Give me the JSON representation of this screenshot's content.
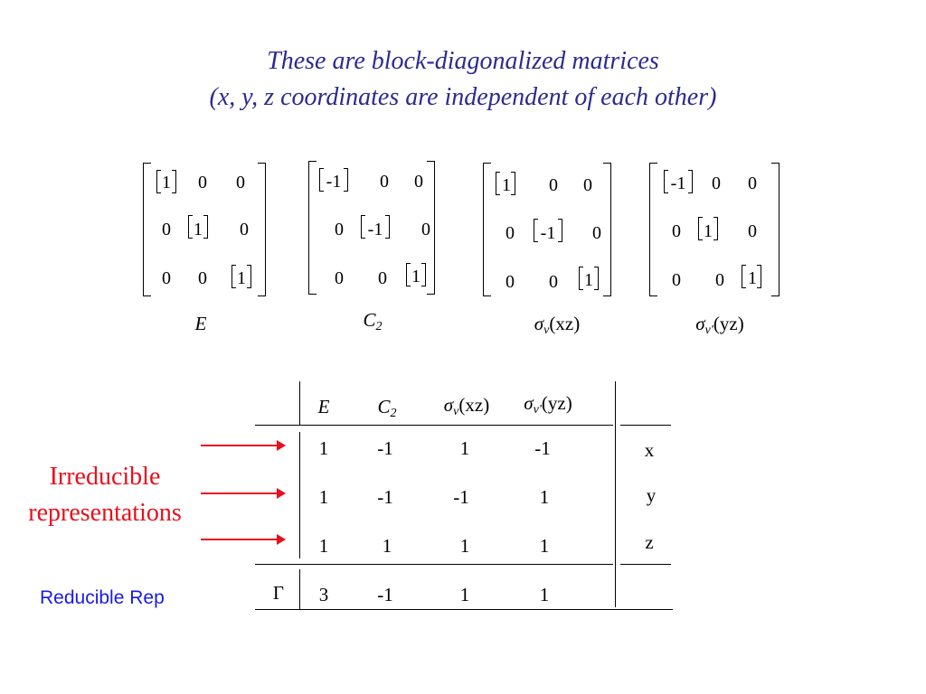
{
  "title_line1": "These are block-diagonalized matrices",
  "title_line2": "(x, y, z coordinates are independent of each other)",
  "matrices": [
    {
      "label_main": "E",
      "label_sub": "",
      "label_paren": "",
      "rows": [
        [
          "1",
          "0",
          "0"
        ],
        [
          "0",
          "1",
          "0"
        ],
        [
          "0",
          "0",
          "1"
        ]
      ]
    },
    {
      "label_main": "C",
      "label_sub": "2",
      "label_paren": "",
      "rows": [
        [
          "-1",
          "0",
          "0"
        ],
        [
          "0",
          "-1",
          "0"
        ],
        [
          "0",
          "0",
          "1"
        ]
      ]
    },
    {
      "label_main": "σ",
      "label_sub": "v",
      "label_paren": "(xz)",
      "rows": [
        [
          "1",
          "0",
          "0"
        ],
        [
          "0",
          "-1",
          "0"
        ],
        [
          "0",
          "0",
          "1"
        ]
      ]
    },
    {
      "label_main": "σ",
      "label_sub": "v'",
      "label_paren": "(yz)",
      "rows": [
        [
          "-1",
          "0",
          "0"
        ],
        [
          "0",
          "1",
          "0"
        ],
        [
          "0",
          "0",
          "1"
        ]
      ]
    }
  ],
  "table": {
    "headers": [
      {
        "main": "E",
        "sub": "",
        "paren": ""
      },
      {
        "main": "C",
        "sub": "2",
        "paren": ""
      },
      {
        "main": "σ",
        "sub": "v",
        "paren": "(xz)"
      },
      {
        "main": "σ",
        "sub": "v'",
        "paren": "(yz)"
      }
    ],
    "rows": [
      {
        "values": [
          "1",
          "-1",
          "1",
          "-1"
        ],
        "basis": "x"
      },
      {
        "values": [
          "1",
          "-1",
          "-1",
          "1"
        ],
        "basis": "y"
      },
      {
        "values": [
          "1",
          "1",
          "1",
          "1"
        ],
        "basis": "z"
      }
    ],
    "gamma_label": "Γ",
    "gamma_values": [
      "3",
      "-1",
      "1",
      "1"
    ]
  },
  "irreducible_label_line1": "Irreducible",
  "irreducible_label_line2": "representations",
  "reducible_label": "Reducible Rep"
}
